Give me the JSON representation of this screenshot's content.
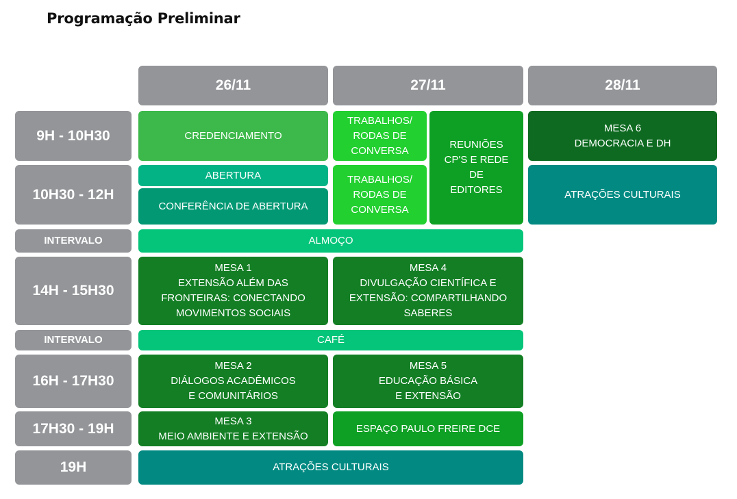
{
  "title": "Programação Preliminar",
  "days": [
    "26/11",
    "27/11",
    "28/11"
  ],
  "times": {
    "t1": "9h - 10h30",
    "t2": "10h30 - 12h",
    "int1": "INTERVALO",
    "t3": "14h - 15h30",
    "int2": "INTERVALO",
    "t4": "16h - 17h30",
    "t5": "17h30 - 19h",
    "t6": "19h"
  },
  "events": {
    "credenciamento": "CREDENCIAMENTO",
    "trabalhos_1": "TRABALHOS/\nRODAS DE\nCONVERSA",
    "reunioes": "REUNIÕES\nCP's E REDE\nDE\nEDITORES",
    "mesa6": "MESA 6\nDEMOCRACIA E DH",
    "abertura": "ABERTURA",
    "conferencia": "CONFERÊNCIA DE ABERTURA",
    "trabalhos_2": "TRABALHOS/\nRODAS DE\nCONVERSA",
    "atracoes_28": "ATRAÇÕES CULTURAIS",
    "almoco": "ALMOÇO",
    "mesa1": "MESA 1\nEXTENSÃO ALÉM DAS\nFRONTEIRAS: CONECTANDO\nMOVIMENTOS SOCIAIS",
    "mesa4": "MESA 4\nDIVULGAÇÃO CIENTÍFICA E\nEXTENSÃO: COMPARTILHANDO\nSABERES",
    "cafe": "CAFÉ",
    "mesa2": "MESA 2\nDIÁLOGOS ACADÊMICOS\nE COMUNITÁRIOS",
    "mesa5": "MESA 5\nEDUCAÇÃO BÁSICA\nE EXTENSÃO",
    "mesa3": "MESA 3\nMEIO AMBIENTE E EXTENSÃO",
    "espaco": "ESPAÇO PAULO FREIRE DCE",
    "atracoes_19h": "ATRAÇÕES CULTURAIS"
  }
}
